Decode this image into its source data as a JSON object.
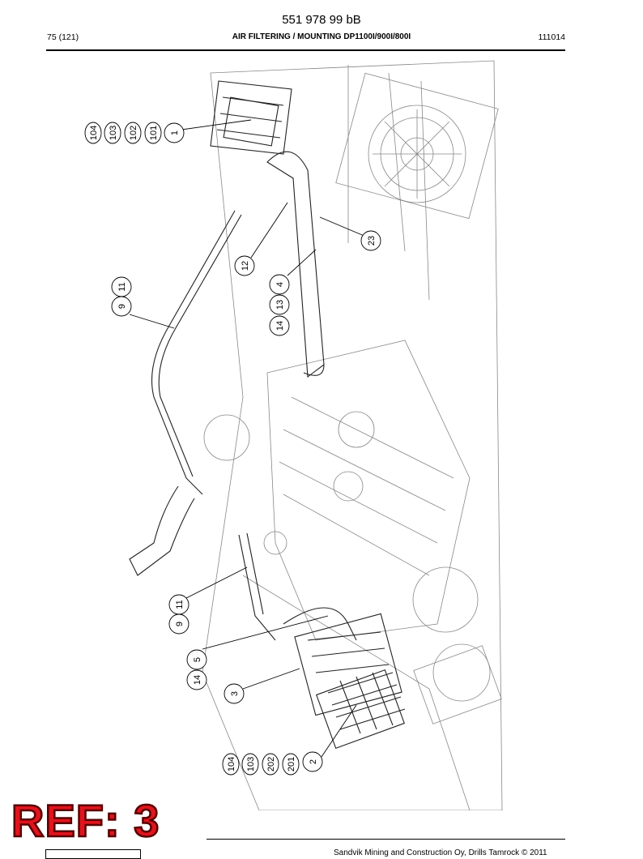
{
  "header": {
    "doc_number": "551 978 99 bB",
    "page": "75 (121)",
    "title": "AIR FILTERING / MOUNTING DP1100I/900I/800I",
    "date": "111014"
  },
  "callouts": [
    {
      "id": "c104a",
      "text": "104"
    },
    {
      "id": "c103a",
      "text": "103"
    },
    {
      "id": "c102",
      "text": "102"
    },
    {
      "id": "c101",
      "text": "101"
    },
    {
      "id": "c1",
      "text": "1"
    },
    {
      "id": "c23",
      "text": "23"
    },
    {
      "id": "c12",
      "text": "12"
    },
    {
      "id": "c11a",
      "text": "11"
    },
    {
      "id": "c9a",
      "text": "9"
    },
    {
      "id": "c4",
      "text": "4"
    },
    {
      "id": "c13",
      "text": "13"
    },
    {
      "id": "c14a",
      "text": "14"
    },
    {
      "id": "c11b",
      "text": "11"
    },
    {
      "id": "c9b",
      "text": "9"
    },
    {
      "id": "c5",
      "text": "5"
    },
    {
      "id": "c14b",
      "text": "14"
    },
    {
      "id": "c3",
      "text": "3"
    },
    {
      "id": "c104b",
      "text": "104"
    },
    {
      "id": "c103b",
      "text": "103"
    },
    {
      "id": "c202",
      "text": "202"
    },
    {
      "id": "c201",
      "text": "201"
    },
    {
      "id": "c2",
      "text": "2"
    }
  ],
  "stamp": "REF: 3",
  "footer": "Sandvik Mining and Construction Oy, Drills Tamrock © 2011"
}
